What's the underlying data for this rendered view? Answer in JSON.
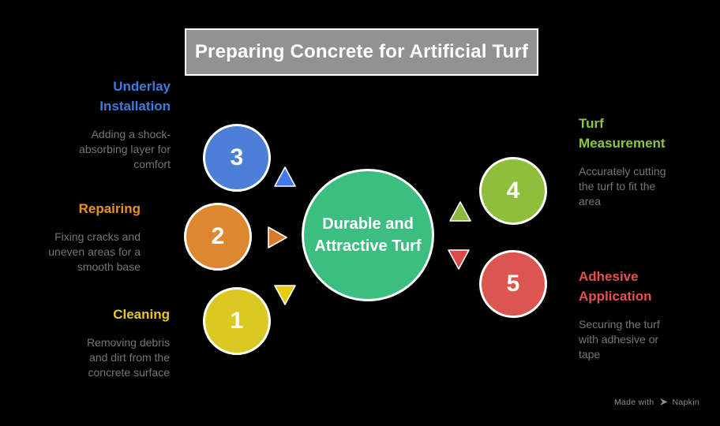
{
  "title": "Preparing Concrete for Artificial Turf",
  "title_bg": "#929292",
  "background": "#000000",
  "text_muted": "#757575",
  "center": {
    "label": "Durable and Attractive Turf",
    "color": "#3DBE81"
  },
  "steps": [
    {
      "number": "1",
      "heading": "Cleaning",
      "description": "Removing debris and dirt from the concrete surface",
      "heading_color": "#E3C722",
      "circle_color": "#DBC822",
      "arrow_color": "#E5CC12",
      "arrow_direction": "down"
    },
    {
      "number": "2",
      "heading": "Repairing",
      "description": "Fixing cracks and uneven areas for a smooth base",
      "heading_color": "#E8902F",
      "circle_color": "#DF8730",
      "arrow_color": "#D97A2B",
      "arrow_direction": "right"
    },
    {
      "number": "3",
      "heading": "Underlay Installation",
      "description": "Adding a shock-absorbing layer for comfort",
      "heading_color": "#3D7BDC",
      "circle_color": "#4C80D8",
      "arrow_color": "#4377E9",
      "arrow_direction": "up"
    },
    {
      "number": "4",
      "heading": "Turf Measurement",
      "description": "Accurately cutting the turf to fit the area",
      "heading_color": "#8DC63F",
      "circle_color": "#8FBE3C",
      "arrow_color": "#8CB83B",
      "arrow_direction": "up"
    },
    {
      "number": "5",
      "heading": "Adhesive Application",
      "description": "Securing the turf with adhesive or tape",
      "heading_color": "#E84F4F",
      "circle_color": "#DC5551",
      "arrow_color": "#DC4B48",
      "arrow_direction": "down"
    }
  ],
  "footer": {
    "made_with": "Made with",
    "brand": "Napkin",
    "color": "#8C8C8C"
  }
}
